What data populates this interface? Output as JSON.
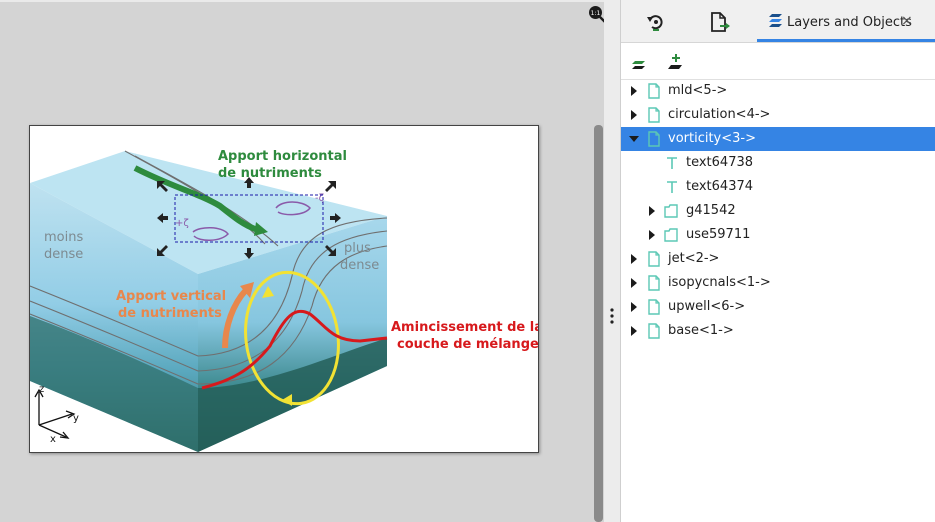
{
  "canvas": {
    "zoom_label": "1:1",
    "drawing": {
      "title_horizontal": [
        "Apport horizontal",
        "de nutriments"
      ],
      "title_vertical": [
        "Apport vertical",
        "de nutriments"
      ],
      "title_mixing": [
        "Amincissement de la",
        "couche de mélange"
      ],
      "label_less_dense": [
        "moins",
        "dense"
      ],
      "label_more_dense": [
        "plus",
        "dense"
      ],
      "axis_z": "z",
      "axis_y": "y",
      "axis_x": "x",
      "zeta_plus": "+ζ",
      "zeta_minus": "-ζ"
    }
  },
  "panel": {
    "tab_label": "Layers and Objects",
    "close_glyph": "×",
    "tab_icons": [
      "undo-history-icon",
      "document-export-icon",
      "layers-icon"
    ],
    "toolbar_icons": [
      "add-layer-icon",
      "add-sublayer-icon"
    ],
    "accent": "#3584e4",
    "tree": [
      {
        "label": "mld<5->",
        "kind": "layer",
        "depth": 0,
        "expanded": false,
        "selected": false
      },
      {
        "label": "circulation<4->",
        "kind": "layer",
        "depth": 0,
        "expanded": false,
        "selected": false
      },
      {
        "label": "vorticity<3->",
        "kind": "layer",
        "depth": 0,
        "expanded": true,
        "selected": true
      },
      {
        "label": "text64738",
        "kind": "text",
        "depth": 1,
        "expanded": null,
        "selected": false
      },
      {
        "label": "text64374",
        "kind": "text",
        "depth": 1,
        "expanded": null,
        "selected": false
      },
      {
        "label": "g41542",
        "kind": "group",
        "depth": 1,
        "expanded": false,
        "selected": false
      },
      {
        "label": "use59711",
        "kind": "group",
        "depth": 1,
        "expanded": false,
        "selected": false
      },
      {
        "label": "jet<2->",
        "kind": "layer",
        "depth": 0,
        "expanded": false,
        "selected": false
      },
      {
        "label": "isopycnals<1->",
        "kind": "layer",
        "depth": 0,
        "expanded": false,
        "selected": false
      },
      {
        "label": "upwell<6->",
        "kind": "layer",
        "depth": 0,
        "expanded": false,
        "selected": false
      },
      {
        "label": "base<1->",
        "kind": "layer",
        "depth": 0,
        "expanded": false,
        "selected": false
      }
    ]
  }
}
